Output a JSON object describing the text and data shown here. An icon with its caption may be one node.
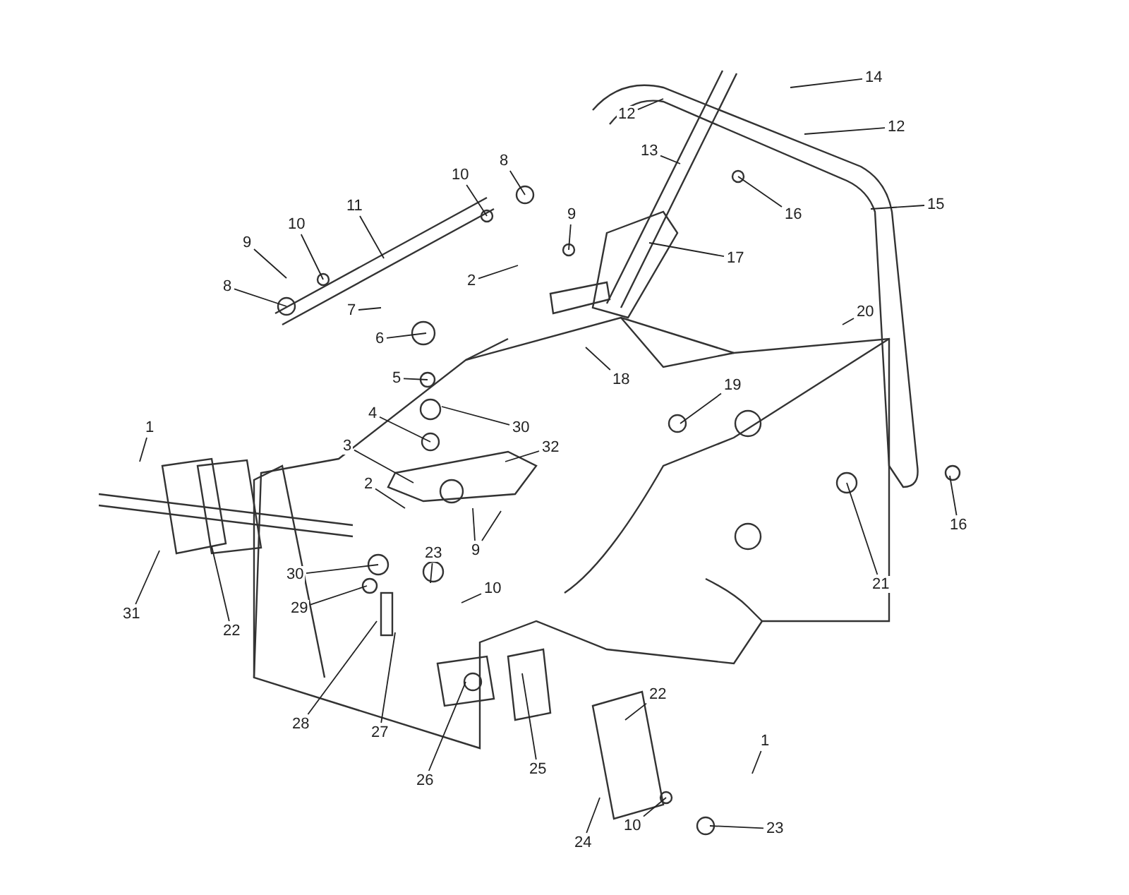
{
  "diagram": {
    "nodes": [
      {
        "text": [
          "14"
        ]
      },
      {
        "text": [
          "12"
        ]
      },
      {
        "text": [
          "12"
        ]
      },
      {
        "text": [
          "13"
        ]
      },
      {
        "text": [
          "8"
        ]
      },
      {
        "text": [
          "10"
        ]
      },
      {
        "text": [
          "11"
        ]
      },
      {
        "text": [
          "15"
        ]
      },
      {
        "text": [
          "10"
        ]
      },
      {
        "text": [
          "16"
        ]
      },
      {
        "text": [
          "9"
        ]
      },
      {
        "text": [
          "9"
        ]
      },
      {
        "text": [
          "17"
        ]
      },
      {
        "text": [
          "2"
        ]
      },
      {
        "text": [
          "8"
        ]
      },
      {
        "text": [
          "7"
        ]
      },
      {
        "text": [
          "20"
        ]
      },
      {
        "text": [
          "6"
        ]
      },
      {
        "text": [
          "5"
        ]
      },
      {
        "text": [
          "18"
        ]
      },
      {
        "text": [
          "19"
        ]
      },
      {
        "text": [
          "4"
        ]
      },
      {
        "text": [
          "1"
        ]
      },
      {
        "text": [
          "30"
        ]
      },
      {
        "text": [
          "3"
        ]
      },
      {
        "text": [
          "32"
        ]
      },
      {
        "text": [
          "2"
        ]
      },
      {
        "text": [
          "16"
        ]
      },
      {
        "text": [
          "9"
        ]
      },
      {
        "text": [
          "23"
        ]
      },
      {
        "text": [
          "30"
        ]
      },
      {
        "text": [
          "21"
        ]
      },
      {
        "text": [
          "10"
        ]
      },
      {
        "text": [
          "31"
        ]
      },
      {
        "text": [
          "29"
        ]
      },
      {
        "text": [
          "22"
        ]
      },
      {
        "text": [
          "22"
        ]
      },
      {
        "text": [
          "28"
        ]
      },
      {
        "text": [
          "27"
        ]
      },
      {
        "text": [
          "1"
        ]
      },
      {
        "text": [
          "25"
        ]
      },
      {
        "text": [
          "26"
        ]
      },
      {
        "text": [
          "23"
        ]
      },
      {
        "text": [
          "10"
        ]
      },
      {
        "text": [
          "24"
        ]
      }
    ],
    "edges": [
      {
        "from": 0,
        "to": null,
        "arrow": "none"
      },
      {
        "from": 1,
        "to": null,
        "arrow": "none"
      },
      {
        "from": 2,
        "to": null,
        "arrow": "none"
      },
      {
        "from": 3,
        "to": null,
        "arrow": "none"
      },
      {
        "from": 4,
        "to": null,
        "arrow": "none"
      },
      {
        "from": 5,
        "to": null,
        "arrow": "none"
      },
      {
        "from": 6,
        "to": null,
        "arrow": "none"
      },
      {
        "from": 7,
        "to": null,
        "arrow": "none"
      },
      {
        "from": 8,
        "to": null,
        "arrow": "none"
      },
      {
        "from": 9,
        "to": null,
        "arrow": "none"
      },
      {
        "from": 10,
        "to": null,
        "arrow": "none"
      },
      {
        "from": 11,
        "to": null,
        "arrow": "none"
      },
      {
        "from": 12,
        "to": null,
        "arrow": "none"
      },
      {
        "from": 13,
        "to": null,
        "arrow": "none"
      },
      {
        "from": 14,
        "to": null,
        "arrow": "none"
      },
      {
        "from": 15,
        "to": null,
        "arrow": "none"
      },
      {
        "from": 16,
        "to": null,
        "arrow": "none"
      },
      {
        "from": 17,
        "to": null,
        "arrow": "none"
      },
      {
        "from": 18,
        "to": null,
        "arrow": "none"
      },
      {
        "from": 19,
        "to": null,
        "arrow": "none"
      },
      {
        "from": 20,
        "to": null,
        "arrow": "none"
      },
      {
        "from": 21,
        "to": null,
        "arrow": "none"
      },
      {
        "from": 22,
        "to": null,
        "arrow": "none"
      },
      {
        "from": 23,
        "to": null,
        "arrow": "none"
      },
      {
        "from": 24,
        "to": null,
        "arrow": "none"
      },
      {
        "from": 25,
        "to": null,
        "arrow": "none"
      },
      {
        "from": 26,
        "to": null,
        "arrow": "none"
      },
      {
        "from": 27,
        "to": null,
        "arrow": "none"
      },
      {
        "from": 28,
        "to": null,
        "arrow": "none"
      },
      {
        "from": 28,
        "to": null,
        "arrow": "none"
      },
      {
        "from": 29,
        "to": null,
        "arrow": "none"
      },
      {
        "from": 30,
        "to": null,
        "arrow": "none"
      },
      {
        "from": 31,
        "to": null,
        "arrow": "none"
      },
      {
        "from": 32,
        "to": null,
        "arrow": "none"
      },
      {
        "from": 33,
        "to": null,
        "arrow": "none"
      },
      {
        "from": 34,
        "to": null,
        "arrow": "none"
      },
      {
        "from": 35,
        "to": null,
        "arrow": "none"
      },
      {
        "from": 36,
        "to": null,
        "arrow": "none"
      },
      {
        "from": 37,
        "to": null,
        "arrow": "none"
      },
      {
        "from": 38,
        "to": null,
        "arrow": "none"
      },
      {
        "from": 39,
        "to": null,
        "arrow": "none"
      },
      {
        "from": 40,
        "to": null,
        "arrow": "none"
      },
      {
        "from": 41,
        "to": null,
        "arrow": "none"
      },
      {
        "from": 42,
        "to": null,
        "arrow": "none"
      },
      {
        "from": 43,
        "to": null,
        "arrow": "none"
      },
      {
        "from": 44,
        "to": null,
        "arrow": "none"
      }
    ]
  }
}
